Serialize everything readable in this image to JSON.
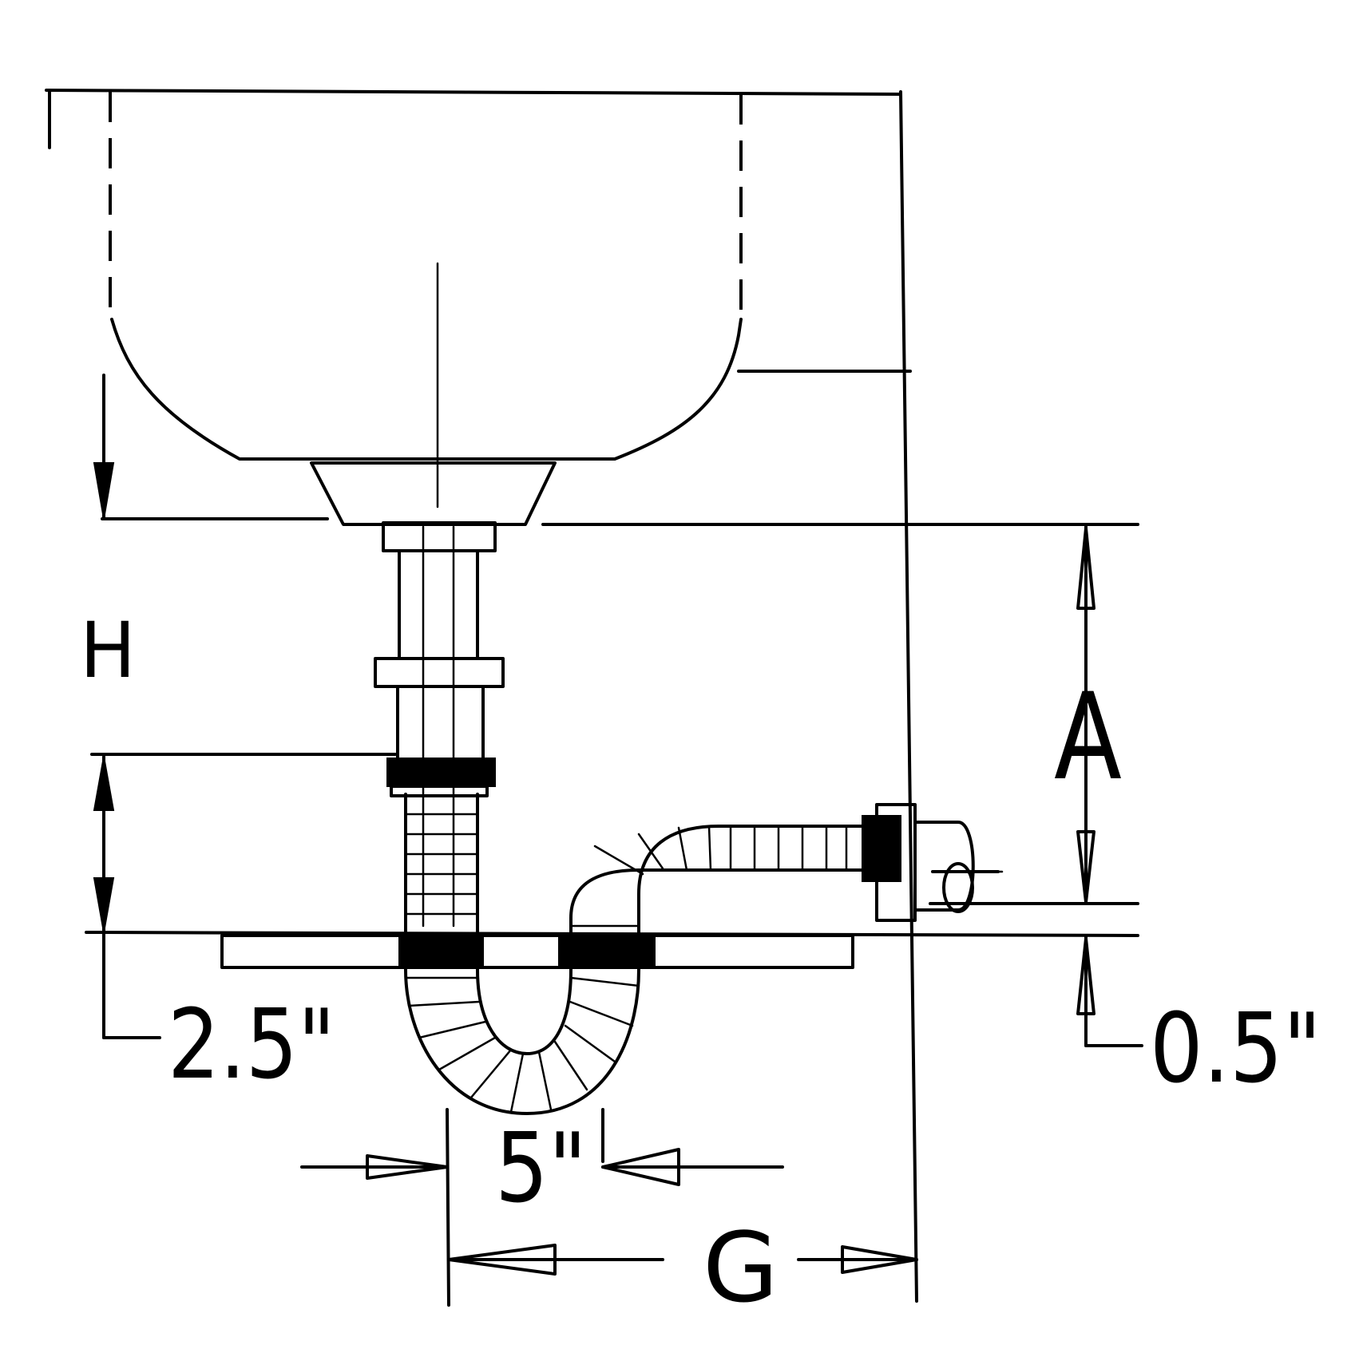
{
  "labels": {
    "H": "H",
    "A": "A",
    "G": "G",
    "dim_2_5": "2.5\"",
    "dim_0_5": "0.5\"",
    "dim_5": "5\""
  }
}
